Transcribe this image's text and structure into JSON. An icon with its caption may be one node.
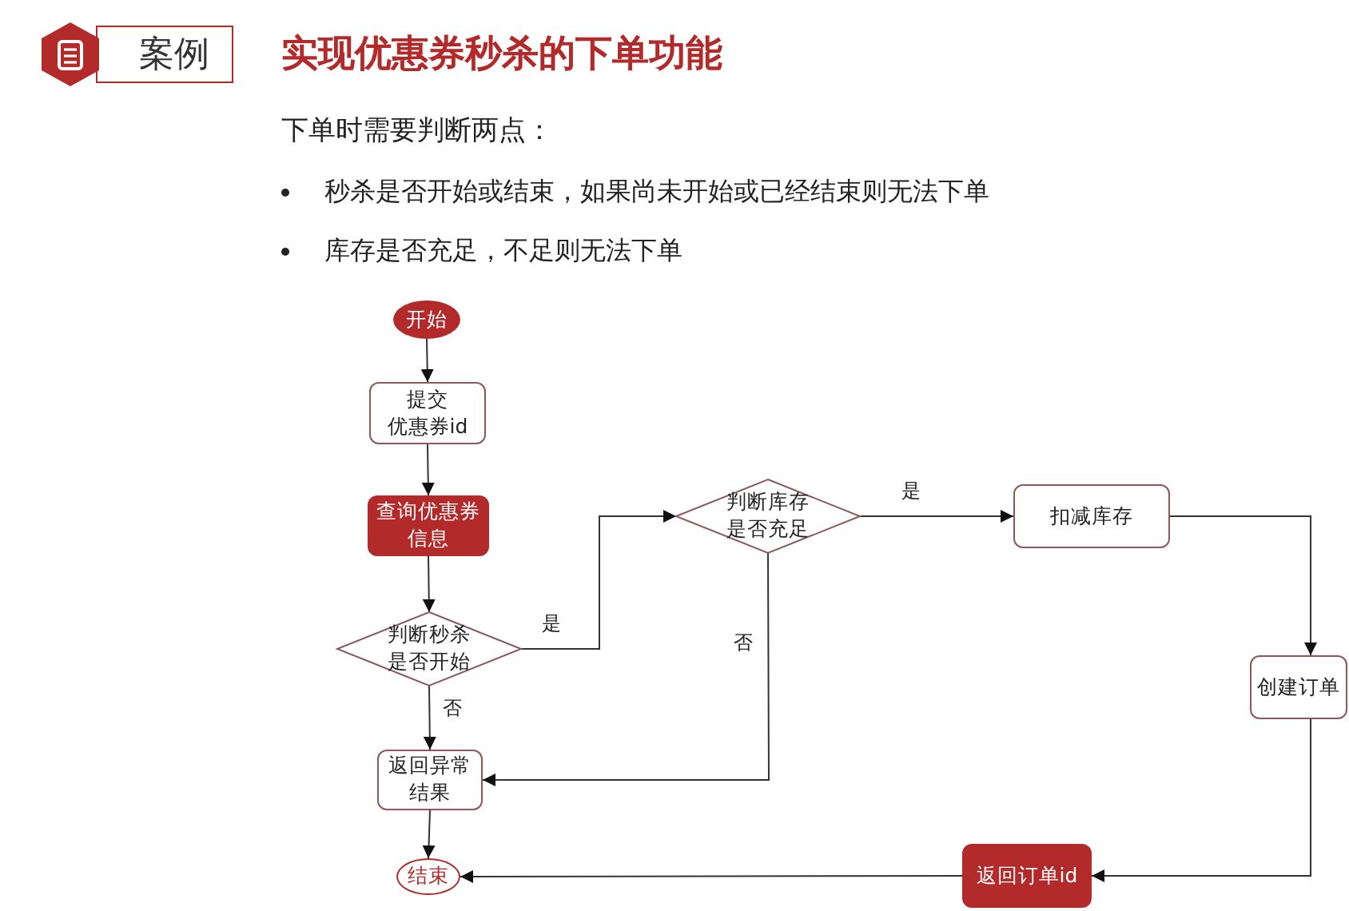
{
  "diagram": {
    "title": "实现优惠券秒杀的下单功能",
    "nodes": [
      {
        "text": [
          "开始"
        ]
      },
      {
        "text": [
          "提交优惠券id"
        ]
      },
      {
        "text": [
          "查询优惠券信息"
        ]
      },
      {
        "text": [
          "判断秒杀是否开始"
        ]
      },
      {
        "text": [
          "返回异常结果"
        ]
      },
      {
        "text": [
          "结束"
        ]
      },
      {
        "text": [
          "判断库存是否充足"
        ]
      },
      {
        "text": [
          "扣减库存"
        ]
      },
      {
        "text": [
          "创建订单"
        ]
      },
      {
        "text": [
          "返回订单id"
        ]
      }
    ],
    "edges": [
      {
        "from": 0,
        "to": 1,
        "arrow": "to"
      },
      {
        "from": 1,
        "to": 2,
        "arrow": "to"
      },
      {
        "from": 2,
        "to": 3,
        "arrow": "to"
      },
      {
        "from": 3,
        "to": 6,
        "arrow": "to",
        "label": "是"
      },
      {
        "from": 3,
        "to": 4,
        "arrow": "to",
        "label": "否"
      },
      {
        "from": 6,
        "to": 4,
        "arrow": "to",
        "label": "否"
      },
      {
        "from": 6,
        "to": 7,
        "arrow": "to",
        "label": "是"
      },
      {
        "from": 7,
        "to": 8,
        "arrow": "to"
      },
      {
        "from": 8,
        "to": 9,
        "arrow": "to"
      },
      {
        "from": 9,
        "to": 5,
        "arrow": "to"
      },
      {
        "from": 4,
        "to": 5,
        "arrow": "to"
      }
    ],
    "labels": [
      "案例",
      "下单时需要判断两点：",
      "秒杀是否开始或结束，如果尚未开始或已经结束则无法下单",
      "库存是否充足，不足则无法下单"
    ]
  }
}
